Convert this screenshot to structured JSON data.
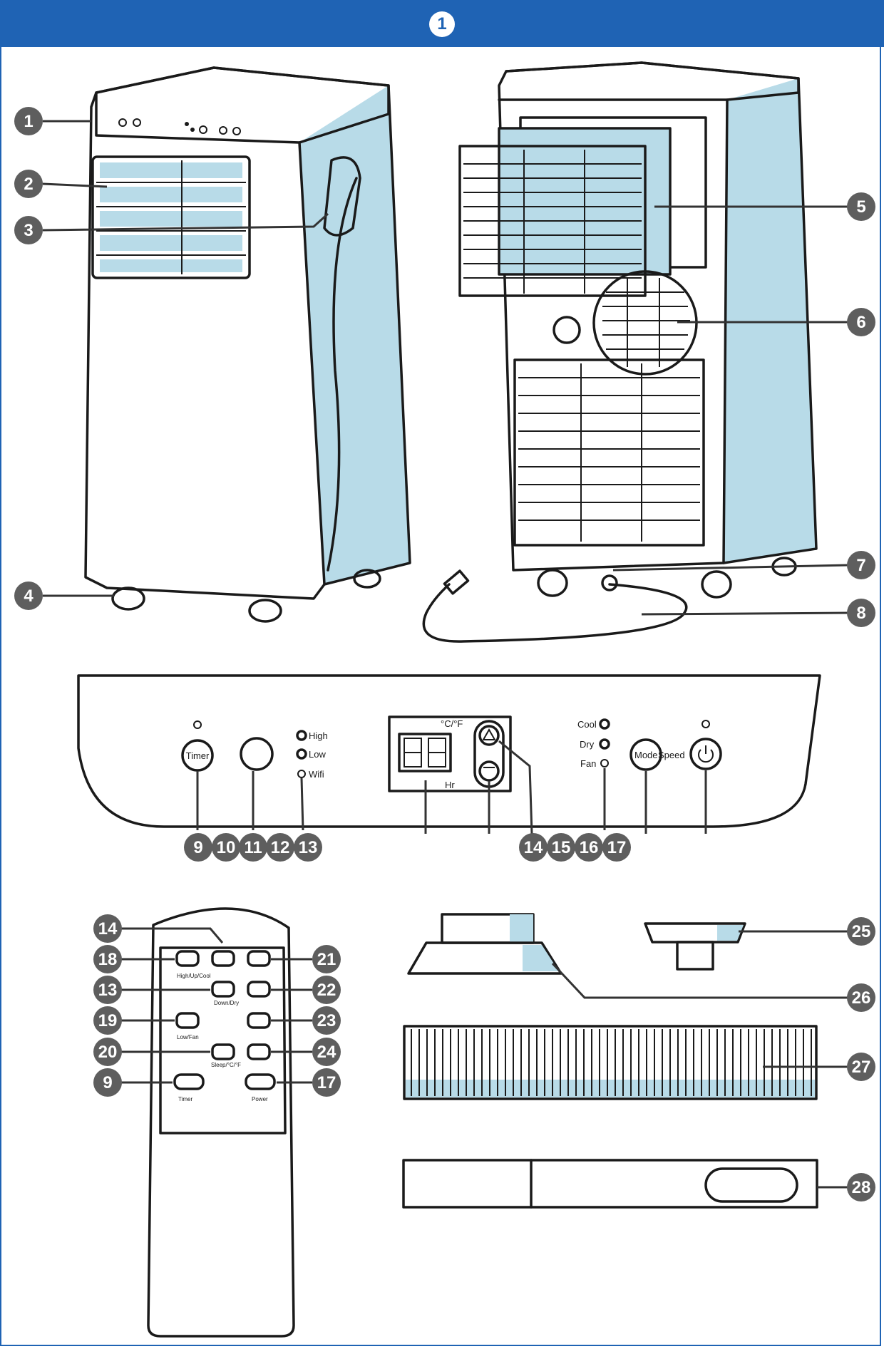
{
  "figure": {
    "number": "1"
  },
  "panel": {
    "timer": "Timer",
    "speed_high": "High",
    "speed_low": "Low",
    "wifi": "Wifi",
    "unit": "°C/°F",
    "hr": "Hr",
    "cool": "Cool",
    "dry": "Dry",
    "fan": "Fan",
    "mode": "Mode",
    "speed": "Speed"
  },
  "remote": {
    "high_up_cool": "High/Up/Cool",
    "down_dry": "Down/Dry",
    "low_fan": "Low/Fan",
    "sleep_unit": "Sleep/°C/°F",
    "timer": "Timer",
    "power": "Power"
  },
  "callouts": {
    "c1": "1",
    "c2": "2",
    "c3": "3",
    "c4": "4",
    "c5": "5",
    "c6": "6",
    "c7": "7",
    "c8": "8",
    "c9": "9",
    "c10": "10",
    "c11": "11",
    "c12": "12",
    "c13": "13",
    "c14": "14",
    "c15": "15",
    "c16": "16",
    "c17": "17",
    "c18": "18",
    "c19": "19",
    "c20": "20",
    "c21": "21",
    "c22": "22",
    "c23": "23",
    "c24": "24",
    "c25": "25",
    "c26": "26",
    "c27": "27",
    "c28": "28"
  },
  "colors": {
    "header": "#1f63b4",
    "accent": "#b8dbe8",
    "callout": "#5e5e5e"
  }
}
